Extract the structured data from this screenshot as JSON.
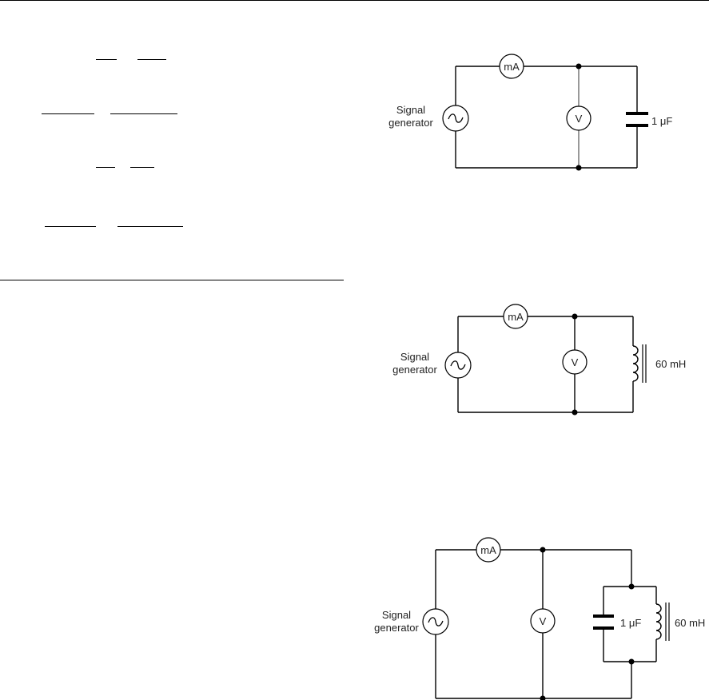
{
  "circuits": [
    {
      "meter_current": "mA",
      "meter_voltage": "V",
      "source_label_line1": "Signal",
      "source_label_line2": "generator",
      "source_symbol": "~",
      "capacitor_label": "1 μF"
    },
    {
      "meter_current": "mA",
      "meter_voltage": "V",
      "source_label_line1": "Signal",
      "source_label_line2": "generator",
      "source_symbol": "~",
      "inductor_label": "60 mH"
    },
    {
      "meter_current": "mA",
      "meter_voltage": "V",
      "source_label_line1": "Signal",
      "source_label_line2": "generator",
      "source_symbol": "~",
      "capacitor_label": "1 μF",
      "inductor_label": "60 mH"
    }
  ]
}
